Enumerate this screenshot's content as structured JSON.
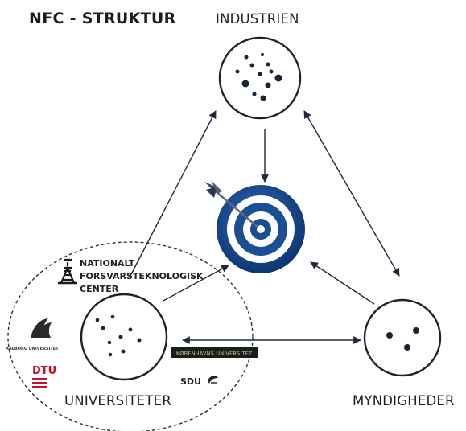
{
  "title": "NFC - STRUKTUR",
  "nodes": {
    "industrien": "INDUSTRIEN",
    "universiteter": "UNIVERSITETER",
    "myndigheder": "MYNDIGHEDER"
  },
  "logos": {
    "nfc_line1": "NATIONALT",
    "nfc_line2": "FORSVARSTEKNOLOGISK",
    "nfc_line3": "CENTER",
    "aau": "AALBORG UNIVERSITET",
    "dtu": "DTU",
    "sdu": "SDU",
    "ku": "KØBENHAVNS UNIVERSITET"
  },
  "colors": {
    "line": "#1f2a3c",
    "target_blue": "#1b4f93",
    "target_white": "#ffffff",
    "dtu_red": "#c8102e"
  },
  "icons": {
    "target": "bullseye-with-arrow-icon",
    "nfc": "radio-tower-icon",
    "aau": "aau-wave-logo",
    "dtu": "dtu-logo",
    "sdu": "sdu-logo"
  }
}
